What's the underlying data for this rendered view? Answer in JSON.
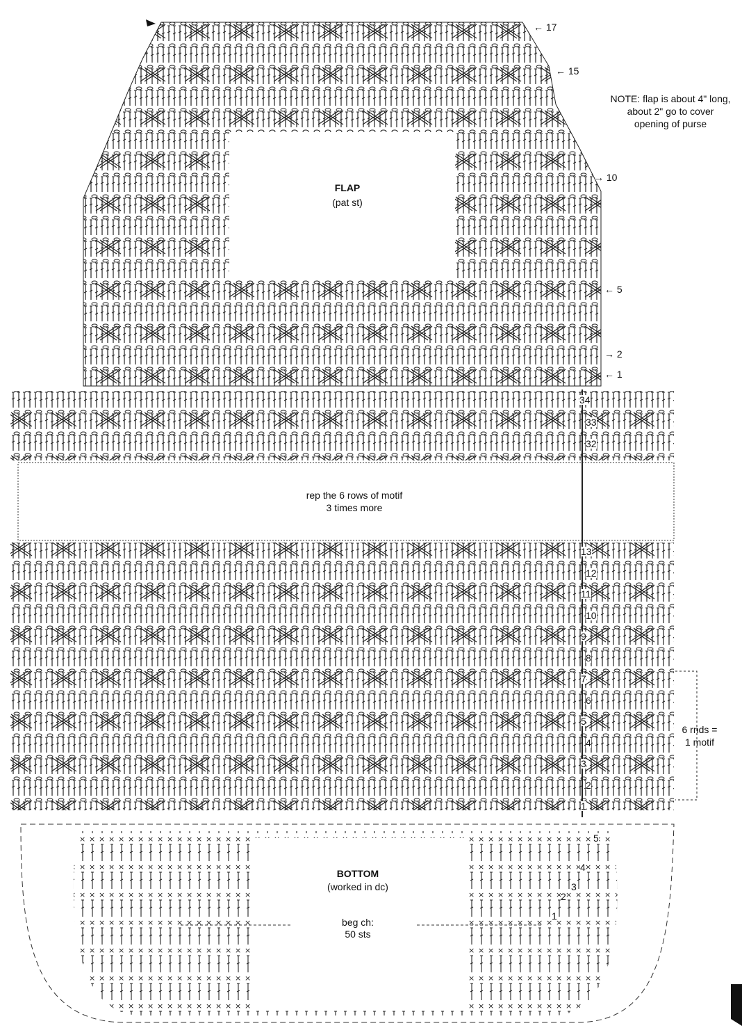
{
  "flap": {
    "title": "FLAP",
    "subtitle": "(pat st)",
    "row_labels": [
      "17",
      "15",
      "10",
      "5",
      "2",
      "1"
    ]
  },
  "note": {
    "line1": "NOTE:  flap is about 4\" long,",
    "line2": "about 2\" go to cover",
    "line3": "opening of purse"
  },
  "body_top_rows": [
    "34",
    "33",
    "32"
  ],
  "repeat": {
    "line1": "rep the 6 rows of motif",
    "line2": "3 times more"
  },
  "body_rows": [
    "13",
    "12",
    "11",
    "10",
    "9",
    "8",
    "7",
    "6",
    "5",
    "4",
    "3",
    "2",
    "1"
  ],
  "motif": {
    "line1": "6 rnds =",
    "line2": "1 motif"
  },
  "bottom": {
    "title": "BOTTOM",
    "subtitle": "(worked in dc)",
    "beg1": "beg ch:",
    "beg2": "50 sts",
    "rounds": [
      "1",
      "2",
      "3",
      "4",
      "5"
    ]
  }
}
